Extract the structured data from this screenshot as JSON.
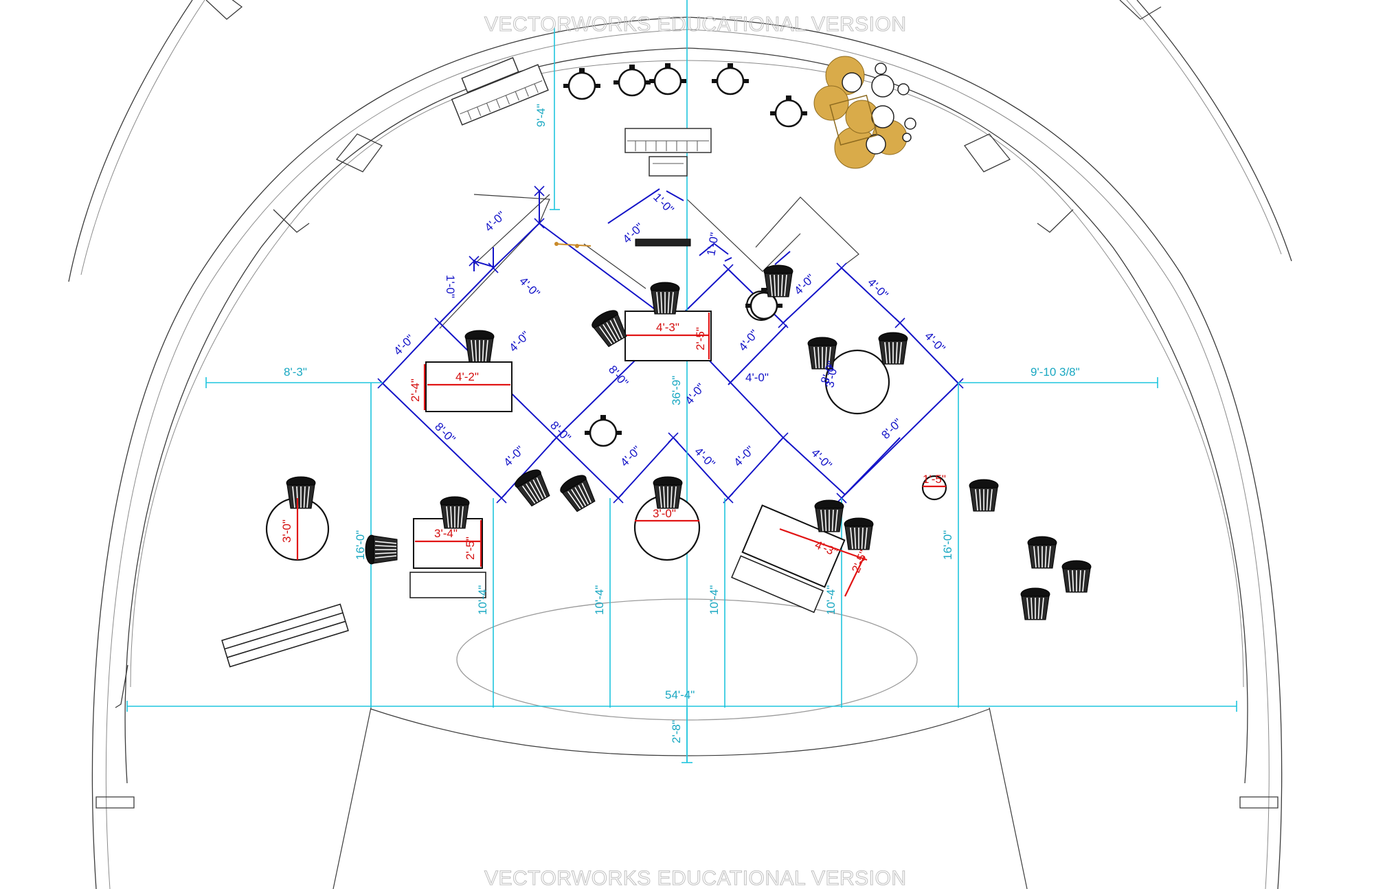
{
  "watermark": {
    "top": "VECTORWORKS EDUCATIONAL VERSION",
    "bottom": "VECTORWORKS EDUCATIONAL VERSION"
  },
  "colors": {
    "reference_dimension": "#1ec5dd",
    "riser_dimension": "#1414c8",
    "furniture_dimension": "#e11414"
  },
  "dimensions": {
    "cyan": {
      "top_depth": "9'-4\"",
      "left_offset": "8'-3\"",
      "right_offset": "9'-10 3/8\"",
      "center_depth": "36'-9\"",
      "left_height": "16'-0\"",
      "right_height": "16'-0\"",
      "col_a": "10'-4\"",
      "col_b": "10'-4\"",
      "col_c": "10'-4\"",
      "col_d": "10'-4\"",
      "total_width": "54'-4\"",
      "front_gap": "2'-8\""
    },
    "blue": {
      "a1": "4'-0\"",
      "a2": "1'-0\"",
      "a3": "4'-0\"",
      "a4": "1'-0\"",
      "a5": "1'-0\"",
      "b1": "4'-0\"",
      "b2": "4'-0\"",
      "b3": "4'-0\"",
      "b4": "4'-0\"",
      "b5": "4'-0\"",
      "c1": "4'-0\"",
      "c2": "8'-0\"",
      "c3": "4'-0\"",
      "c4": "4'-0\"",
      "c5": "8'-0\"",
      "d1": "8'-0\"",
      "d2": "8'-0\"",
      "d3": "4'-0\"",
      "d4": "4'-0\"",
      "d5": "4'-0\"",
      "d6": "4'-0\"",
      "d7": "4'-0\"",
      "d8": "4'-0\"",
      "d9": "8'-0\""
    },
    "red": {
      "table_left_w": "4'-2\"",
      "table_left_d": "2'-4\"",
      "table_center_w": "4'-3\"",
      "table_center_d": "2'-5\"",
      "round_left": "3'-0\"",
      "table_front_w": "3'-4\"",
      "table_front_d": "2'-5\"",
      "round_center": "3'-0\"",
      "table_right_w": "4'-3\"",
      "table_right_d": "2'-5\"",
      "round_right": "1'-5\"",
      "round_mid_right": "3'-0\""
    }
  }
}
